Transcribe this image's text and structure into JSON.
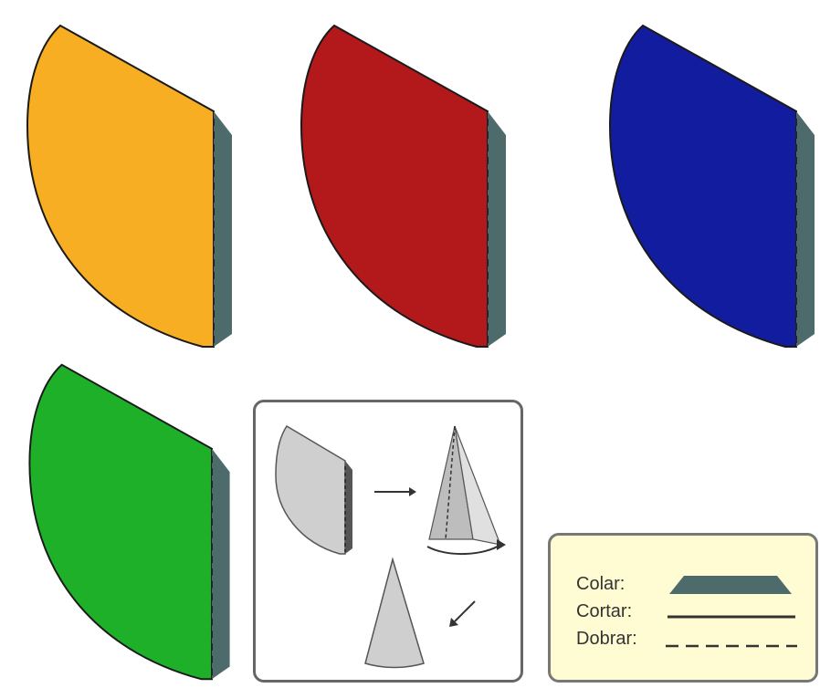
{
  "pieces": [
    {
      "color": "#f7ae22",
      "name": "orange"
    },
    {
      "color": "#b3181b",
      "name": "red"
    },
    {
      "color": "#121c9e",
      "name": "blue"
    },
    {
      "color": "#1fb02a",
      "name": "green"
    }
  ],
  "tab_color": "#4d6b6a",
  "instruction_box": {
    "border": "#666666",
    "bg": "#ffffff",
    "shape": "#cfcfcf"
  },
  "legend": {
    "bg": "#fffbd2",
    "border": "#777777",
    "glue_label": "Colar:",
    "cut_label": "Cortar:",
    "fold_label": "Dobrar:"
  }
}
